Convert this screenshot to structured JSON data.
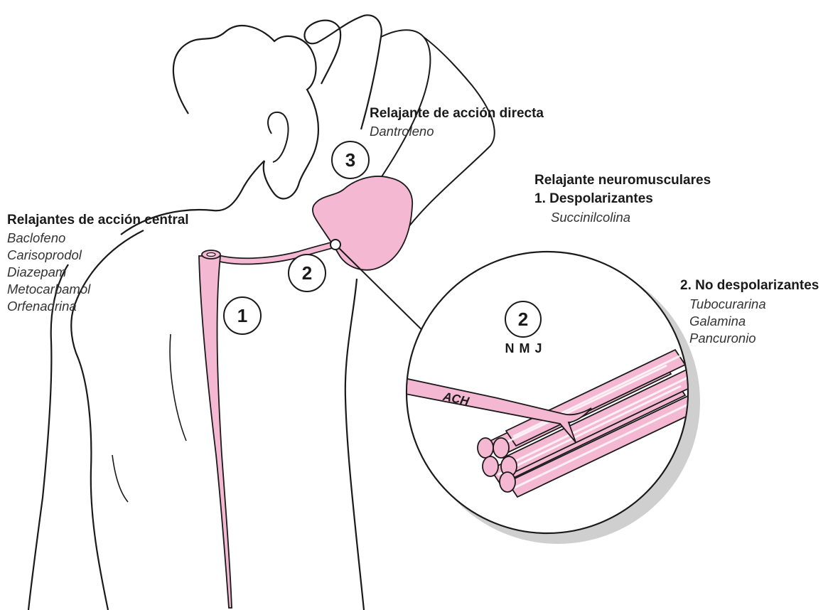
{
  "colors": {
    "pink": "#f4b8d2",
    "pink_light": "#fbd9e8",
    "outline": "#1a1a1a",
    "shadow": "#cfcfcf"
  },
  "direct": {
    "title": "Relajante de acción directa",
    "drugs": [
      "Dantroleno"
    ]
  },
  "central": {
    "title": "Relajantes de acción central",
    "drugs": [
      "Baclofeno",
      "Carisoprodol",
      "Diazepam",
      "Metocarbamol",
      "Orfenadrina"
    ]
  },
  "neuromuscular": {
    "title": "Relajante neuromusculares",
    "depol": {
      "title": "1. Despolarizantes",
      "drugs": [
        "Succinilcolina"
      ]
    },
    "nondepol": {
      "title": "2. No despolarizantes",
      "drugs": [
        "Tubocurarina",
        "Galamina",
        "Pancuronio"
      ]
    }
  },
  "markers": {
    "m1": "1",
    "m2": "2",
    "m3": "3",
    "m2_zoom": "2"
  },
  "zoom": {
    "label": "N M J",
    "fiber_label": "ACH"
  }
}
